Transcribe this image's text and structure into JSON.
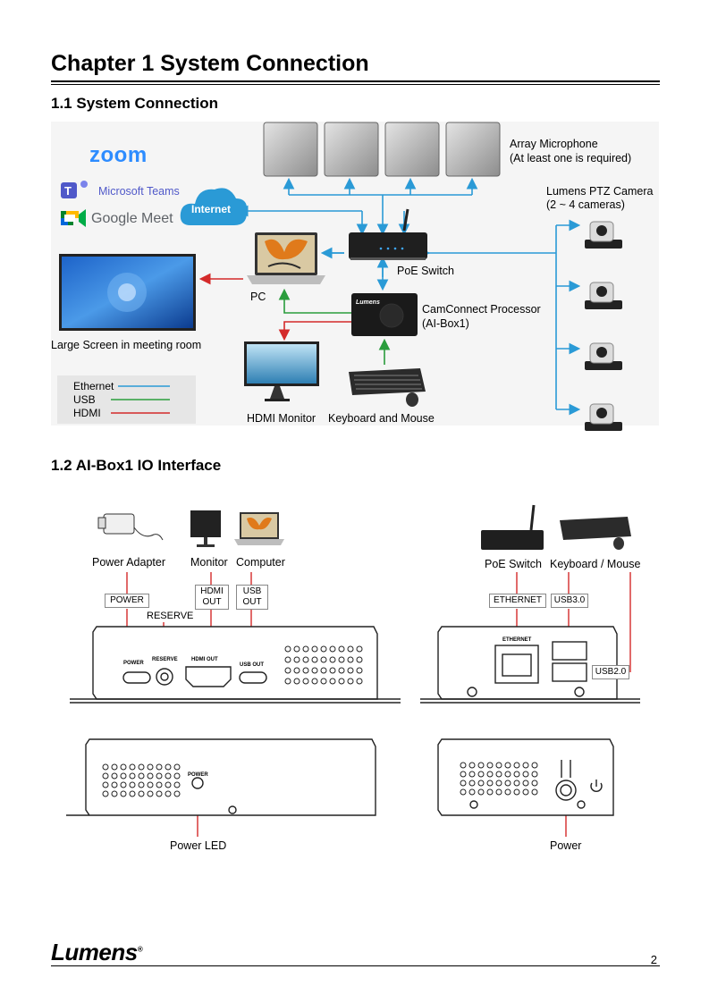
{
  "page": {
    "chapter_title": "Chapter 1 System Connection",
    "page_number": "2",
    "brand": "Lumens",
    "brand_mark": "®"
  },
  "section1": {
    "heading": "1.1  System Connection",
    "apps": {
      "zoom": "zoom",
      "teams": "Microsoft Teams",
      "meet": "Google Meet"
    },
    "internet": "Internet",
    "array_mic": "Array Microphone",
    "array_mic_note": "(At least one is required)",
    "ptz_camera": "Lumens PTZ Camera",
    "ptz_camera_note": "(2 ~ 4 cameras)",
    "poe_switch": "PoE Switch",
    "pc": "PC",
    "processor": "CamConnect Processor",
    "processor_model": "(AI-Box1)",
    "device_brand": "Lumens",
    "large_screen": "Large Screen in meeting room",
    "hdmi_monitor": "HDMI Monitor",
    "keyboard_mouse": "Keyboard and Mouse",
    "legend": [
      {
        "label": "Ethernet",
        "color": "#2a9ad6"
      },
      {
        "label": "USB",
        "color": "#2a9d3c"
      },
      {
        "label": "HDMI",
        "color": "#d42a2a"
      }
    ]
  },
  "section2": {
    "heading": "1.2  AI-Box1 IO Interface",
    "power_adapter": "Power Adapter",
    "monitor": "Monitor",
    "computer": "Computer",
    "poe_switch": "PoE Switch",
    "keyboard_mouse": "Keyboard / Mouse",
    "tag_power": "POWER",
    "tag_hdmi_out_1": "HDMI",
    "tag_hdmi_out_2": "OUT",
    "tag_usb_out_1": "USB",
    "tag_usb_out_2": "OUT",
    "reserve": "RESERVE",
    "tag_ethernet": "ETHERNET",
    "tag_usb30": "USB3.0",
    "tag_usb20": "USB2.0",
    "port_power": "POWER",
    "port_reserve": "RESERVE",
    "port_hdmi_out": "HDMI OUT",
    "port_usb_out": "USB OUT",
    "port_ethernet": "ETHERNET",
    "port_power_led": "POWER",
    "power_led": "Power LED",
    "power": "Power"
  }
}
